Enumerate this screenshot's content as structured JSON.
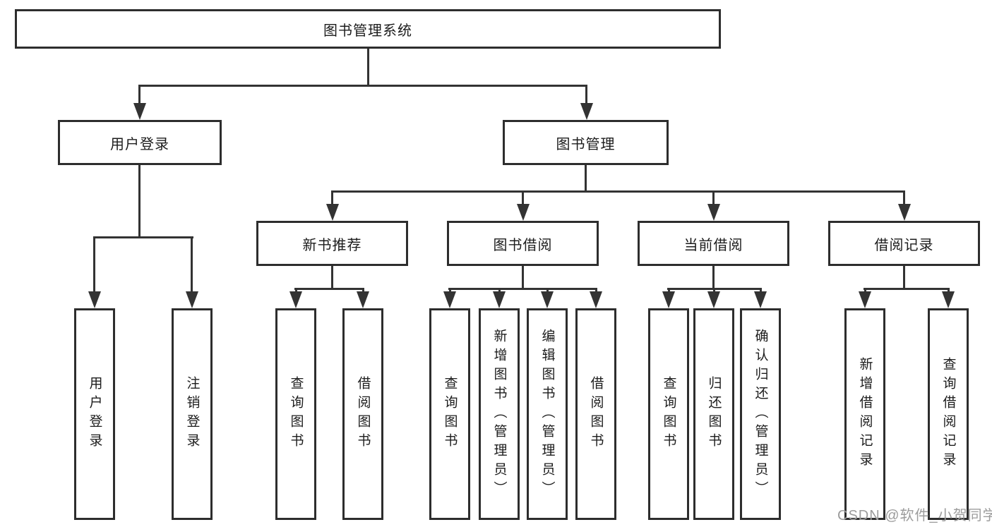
{
  "diagram": {
    "title": "图书管理系统",
    "level2": {
      "user_login": "用户登录",
      "book_mgmt": "图书管理"
    },
    "level3": {
      "new_book": "新书推荐",
      "borrow": "图书借阅",
      "current": "当前借阅",
      "records": "借阅记录"
    },
    "leaves": {
      "user_login": [
        "用户登录",
        "注销登录"
      ],
      "new_book": [
        "查询图书",
        "借阅图书"
      ],
      "borrow": [
        "查询图书",
        "新增图书（管理员）",
        "编辑图书（管理员）",
        "借阅图书"
      ],
      "current": [
        "查询图书",
        "归还图书",
        "确认归还（管理员）"
      ],
      "records": [
        "新增借阅记录",
        "查询借阅记录"
      ]
    },
    "watermark": "CSDN @软件_小贺同学",
    "colors": {
      "line": "#333333",
      "box_border": "#2d2d2d",
      "text": "#1c1c1c",
      "watermark": "#9c9c9c",
      "background": "#ffffff"
    }
  }
}
